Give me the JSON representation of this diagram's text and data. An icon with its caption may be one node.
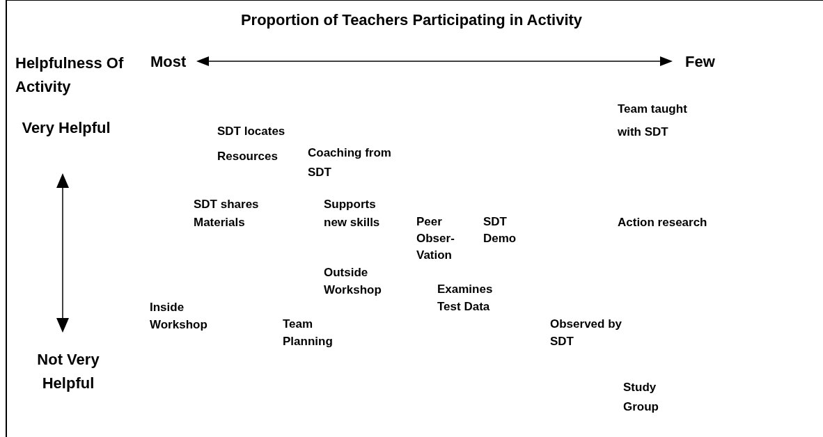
{
  "diagram": {
    "title": "Proportion of Teachers Participating in Activity",
    "labels": [
      "Helpfulness Of Activity",
      "Most",
      "Few",
      "Team taught with SDT",
      "Very Helpful",
      "SDT locates Resources",
      "Coaching from SDT",
      "SDT shares Materials",
      "Supports new skills",
      "Peer Obser- Vation",
      "SDT Demo",
      "Action research",
      "Outside Workshop",
      "Examines Test Data",
      "Inside Workshop",
      "Team Planning",
      "Observed by SDT",
      "Not Very Helpful",
      "Study Group"
    ]
  }
}
